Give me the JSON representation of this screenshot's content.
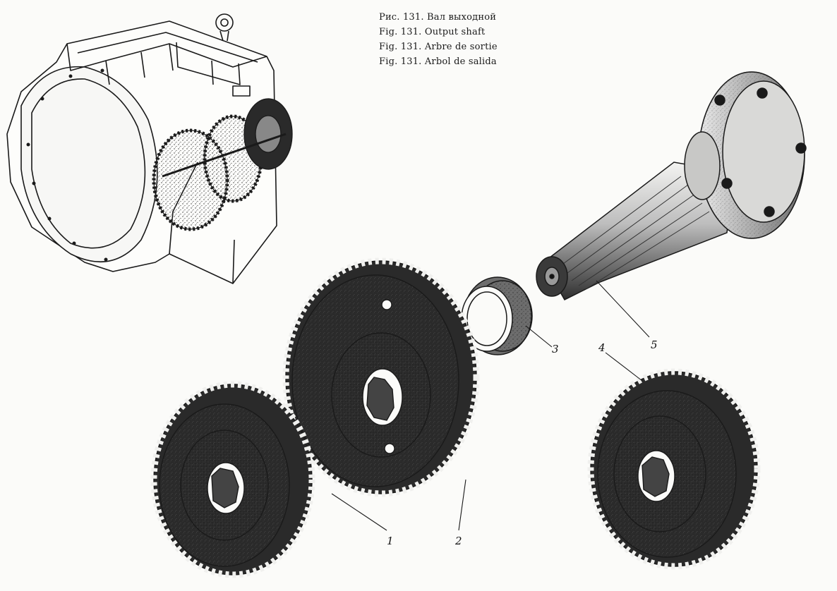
{
  "captions": [
    "Рис. 131. Вал выходной",
    "Fig. 131. Output shaft",
    "Fig. 131. Arbre de sortie",
    "Fig. 131. Arbol de salida"
  ],
  "callouts": [
    {
      "id": "gear-1",
      "label": "1"
    },
    {
      "id": "gear-2",
      "label": "2"
    },
    {
      "id": "bearing-ring-3",
      "label": "3"
    },
    {
      "id": "gear-4",
      "label": "4"
    },
    {
      "id": "output-shaft-5",
      "label": "5"
    }
  ],
  "colors": {
    "ink": "#1a1a1a",
    "paper": "#fbfbf9",
    "shade": "#6a6a6a"
  }
}
